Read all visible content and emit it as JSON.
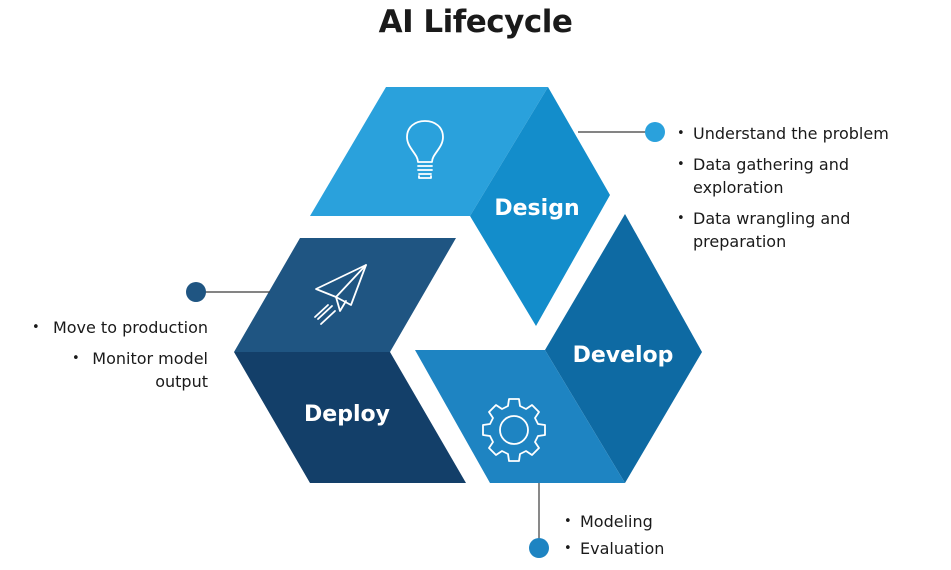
{
  "title": "AI Lifecycle",
  "colors": {
    "design_light": "#2aa1dc",
    "design_dark": "#138dcb",
    "develop_dark": "#0e6aa3",
    "develop_light": "#1e84c2",
    "deploy_light": "#1f5582",
    "deploy_dark": "#133f69",
    "connector": "#3a3a3a"
  },
  "stages": {
    "design": {
      "label": "Design",
      "icon": "lightbulb-icon",
      "bullets": [
        "Understand the problem",
        "Data gathering and exploration",
        "Data wrangling and preparation"
      ]
    },
    "develop": {
      "label": "Develop",
      "icon": "gear-icon",
      "bullets": [
        "Modeling",
        "Evaluation"
      ]
    },
    "deploy": {
      "label": "Deploy",
      "icon": "paper-plane-icon",
      "bullets": [
        "Move to production",
        "Monitor model output"
      ]
    }
  }
}
